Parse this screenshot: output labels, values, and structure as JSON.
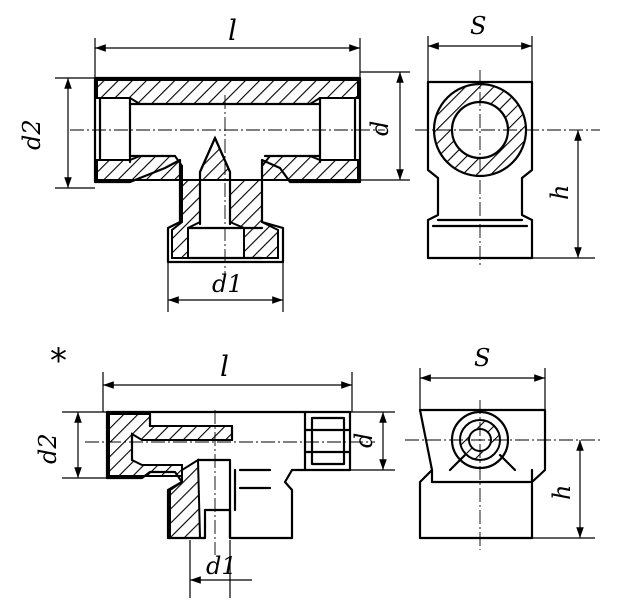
{
  "labels": {
    "top_front_length": "l",
    "top_front_d2": "d2",
    "top_front_d": "d",
    "top_front_d1": "d1",
    "top_side_s": "S",
    "top_side_h": "h",
    "marker": "*",
    "bottom_front_length": "l",
    "bottom_front_d2": "d2",
    "bottom_front_d": "d",
    "bottom_front_d1": "d1",
    "bottom_side_s": "S",
    "bottom_side_h": "h"
  },
  "colors": {
    "ink": "#000000",
    "paper": "#ffffff"
  }
}
